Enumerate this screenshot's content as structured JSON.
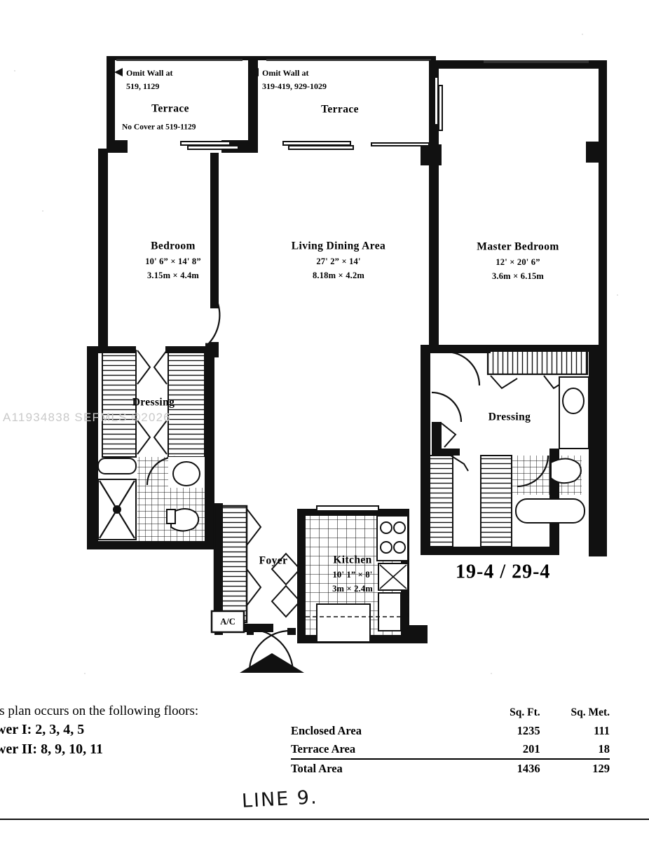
{
  "document": {
    "type": "architectural-floor-plan",
    "unit_designation": "19-4 / 29-4",
    "handwritten_note": "LINE 9.",
    "watermark": "A11934838  SEFMLS ©2026"
  },
  "terraces": {
    "left": {
      "name": "Terrace",
      "omit_note_line1": "Omit Wall at",
      "omit_note_line2": "519, 1129",
      "cover_note": "No Cover at 519-1129",
      "arrow": "left-triangle-marker"
    },
    "right": {
      "name": "Terrace",
      "omit_note_line1": "Omit Wall at",
      "omit_note_line2": "319-419, 929-1029",
      "arrow": "left-triangle-marker"
    }
  },
  "rooms": [
    {
      "key": "bedroom",
      "name": "Bedroom",
      "dim_imperial": "10' 6”  ×  14' 8”",
      "dim_metric": "3.15m  ×  4.4m"
    },
    {
      "key": "living_dining",
      "name": "Living Dining Area",
      "dim_imperial": "27' 2”  ×  14'",
      "dim_metric": "8.18m  ×  4.2m"
    },
    {
      "key": "master_bedroom",
      "name": "Master Bedroom",
      "dim_imperial": "12'   ×  20' 6”",
      "dim_metric": "3.6m  ×  6.15m"
    },
    {
      "key": "kitchen",
      "name": "Kitchen",
      "dim_imperial": "10' 1”  ×  8'",
      "dim_metric": "3m  ×  2.4m"
    }
  ],
  "labels": {
    "dressing_left": "Dressing",
    "dressing_right": "Dressing",
    "foyer": "Foyer",
    "ac_closet": "A/C"
  },
  "floors": {
    "heading": "is plan occurs on the following floors:",
    "tower_one": "wer I: 2, 3, 4, 5",
    "tower_two": "wer II: 8, 9, 10, 11"
  },
  "area_table": {
    "columns": [
      "",
      "Sq. Ft.",
      "Sq. Met."
    ],
    "rows": [
      {
        "label": "Enclosed Area",
        "sq_ft": "1235",
        "sq_met": "111",
        "ruled": false
      },
      {
        "label": "Terrace Area",
        "sq_ft": "201",
        "sq_met": "18",
        "ruled": false
      },
      {
        "label": "Total Area",
        "sq_ft": "1436",
        "sq_met": "129",
        "ruled": true
      }
    ]
  },
  "colors": {
    "wall": "#111111",
    "paper": "#ffffff",
    "watermark": "#c9c9c9"
  }
}
